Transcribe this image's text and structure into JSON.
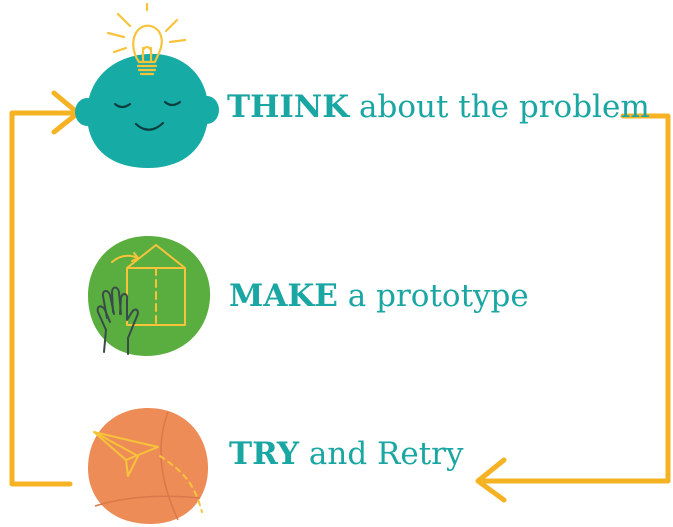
{
  "colors": {
    "teal": "#1aa6a3",
    "cycle_arrow": "#f5b223",
    "think_circle": "#17aba6",
    "make_circle": "#5aae3f",
    "try_circle": "#ee8c57",
    "sketch_yellow": "#f6c33a",
    "sketch_dark": "#3a4a4a"
  },
  "steps": [
    {
      "id": "think",
      "verb": "THINK",
      "rest": " about the problem",
      "icon": "lightbulb-head-icon"
    },
    {
      "id": "make",
      "verb": "MAKE",
      "rest": " a prototype",
      "icon": "hand-box-icon"
    },
    {
      "id": "try",
      "verb": "TRY",
      "rest": " and Retry",
      "icon": "paper-plane-icon"
    }
  ]
}
